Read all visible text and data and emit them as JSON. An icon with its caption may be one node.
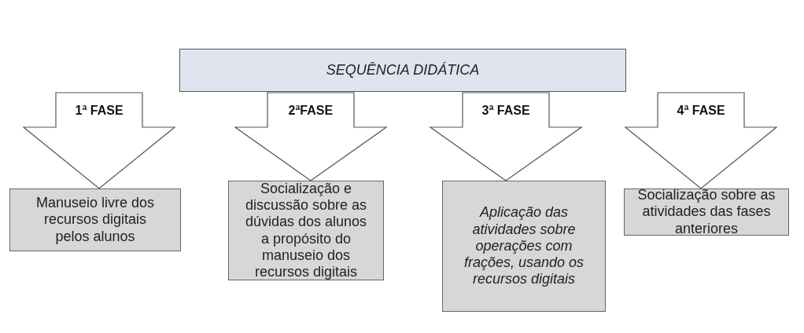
{
  "diagram": {
    "nodes": [
      {
        "text": [
          "SEQUÊNCIA DIDÁTICA"
        ]
      },
      {
        "text": [
          "Manuseio livre dos recursos digitais pelos alunos"
        ]
      },
      {
        "text": [
          "Socialização e discussão sobre as dúvidas dos alunos a propósito do manuseio dos recursos digitais"
        ]
      },
      {
        "text": [
          "Aplicação das atividades sobre operações com frações, usando os recursos digitais"
        ]
      },
      {
        "text": [
          "Socialização sobre as atividades das fases anteriores"
        ]
      }
    ],
    "edges": [
      {
        "from": 0,
        "to": 1,
        "arrow": "to",
        "label": "1ª FASE",
        "style": "thick"
      },
      {
        "from": 0,
        "to": 2,
        "arrow": "to",
        "label": "2ªFASE",
        "style": "thick"
      },
      {
        "from": 0,
        "to": 3,
        "arrow": "to",
        "label": "3ª FASE",
        "style": "thick"
      },
      {
        "from": 0,
        "to": 4,
        "arrow": "to",
        "label": "4ª FASE",
        "style": "thick"
      }
    ]
  }
}
